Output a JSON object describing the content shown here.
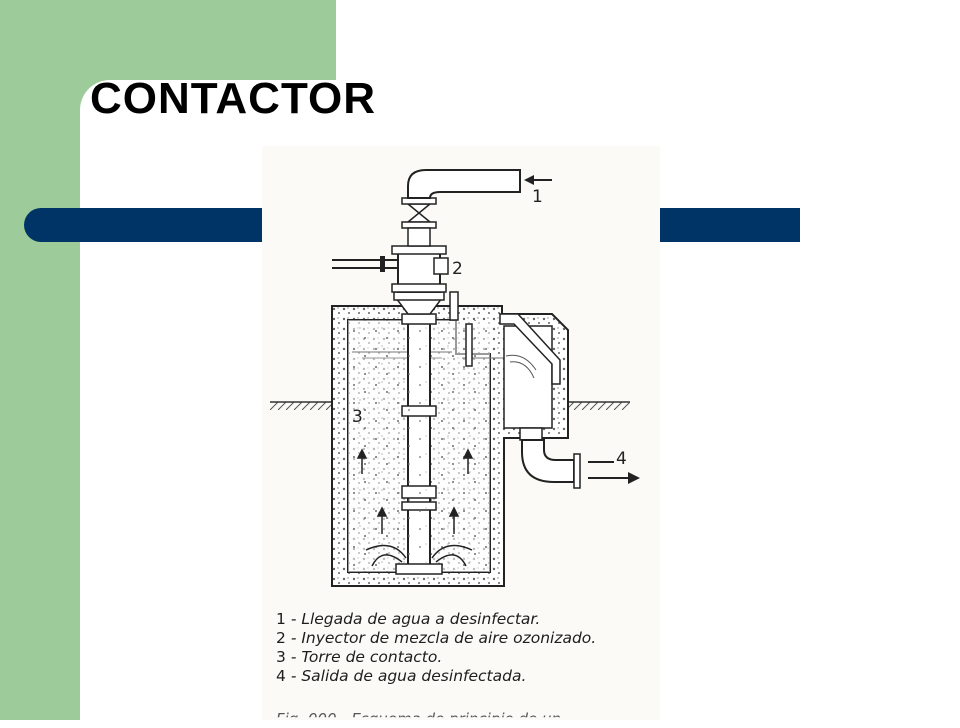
{
  "slide": {
    "title": "CONTACTOR",
    "colors": {
      "accent_green": "#9dcb9a",
      "bar_navy": "#003466"
    }
  },
  "figure": {
    "labels": [
      "1",
      "2",
      "3",
      "4"
    ],
    "captions": [
      {
        "num": "1",
        "text": "- Llegada de agua a desinfectar."
      },
      {
        "num": "2",
        "text": "- Inyector de mezcla de aire ozonizado."
      },
      {
        "num": "3",
        "text": "- Torre de contacto."
      },
      {
        "num": "4",
        "text": "- Salida de agua desinfectada."
      }
    ],
    "cut_off_caption": "Fig. 000 - Esquema de principio de un"
  }
}
